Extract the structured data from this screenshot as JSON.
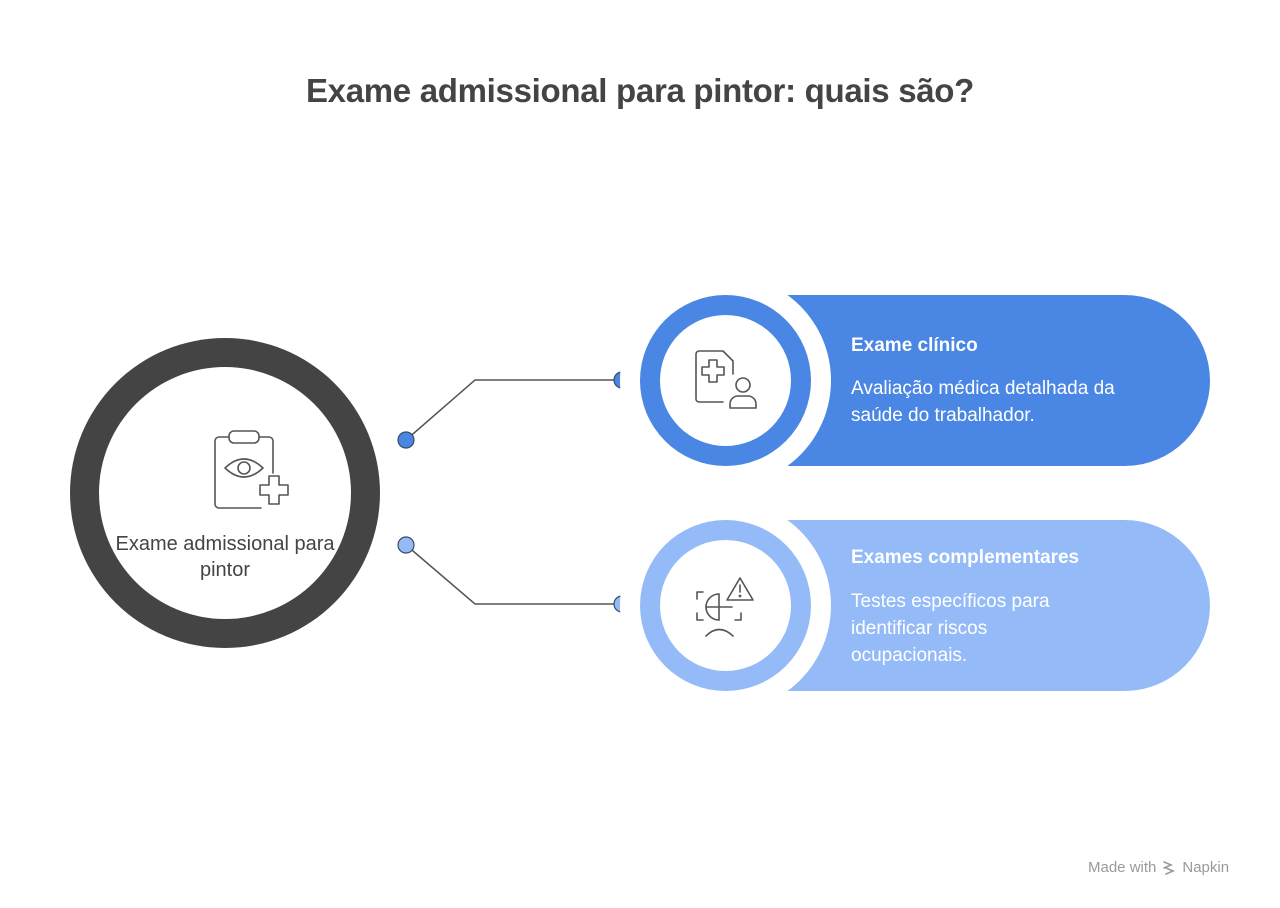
{
  "title": "Exame admissional para pintor: quais são?",
  "center": {
    "label": "Exame admissional para pintor",
    "icon": "clipboard-eye-plus-icon",
    "ring_color": "#444444"
  },
  "branches": [
    {
      "title": "Exame clínico",
      "description": "Avaliação médica detalhada da saúde do trabalhador.",
      "icon": "medical-document-person-icon",
      "color": "#4a86e3"
    },
    {
      "title": "Exames complementares",
      "description": "Testes específicos para identificar riscos ocupacionais.",
      "icon": "face-scan-warning-icon",
      "color": "#94bbf8"
    }
  ],
  "footer": {
    "made_with": "Made with",
    "brand": "Napkin"
  }
}
